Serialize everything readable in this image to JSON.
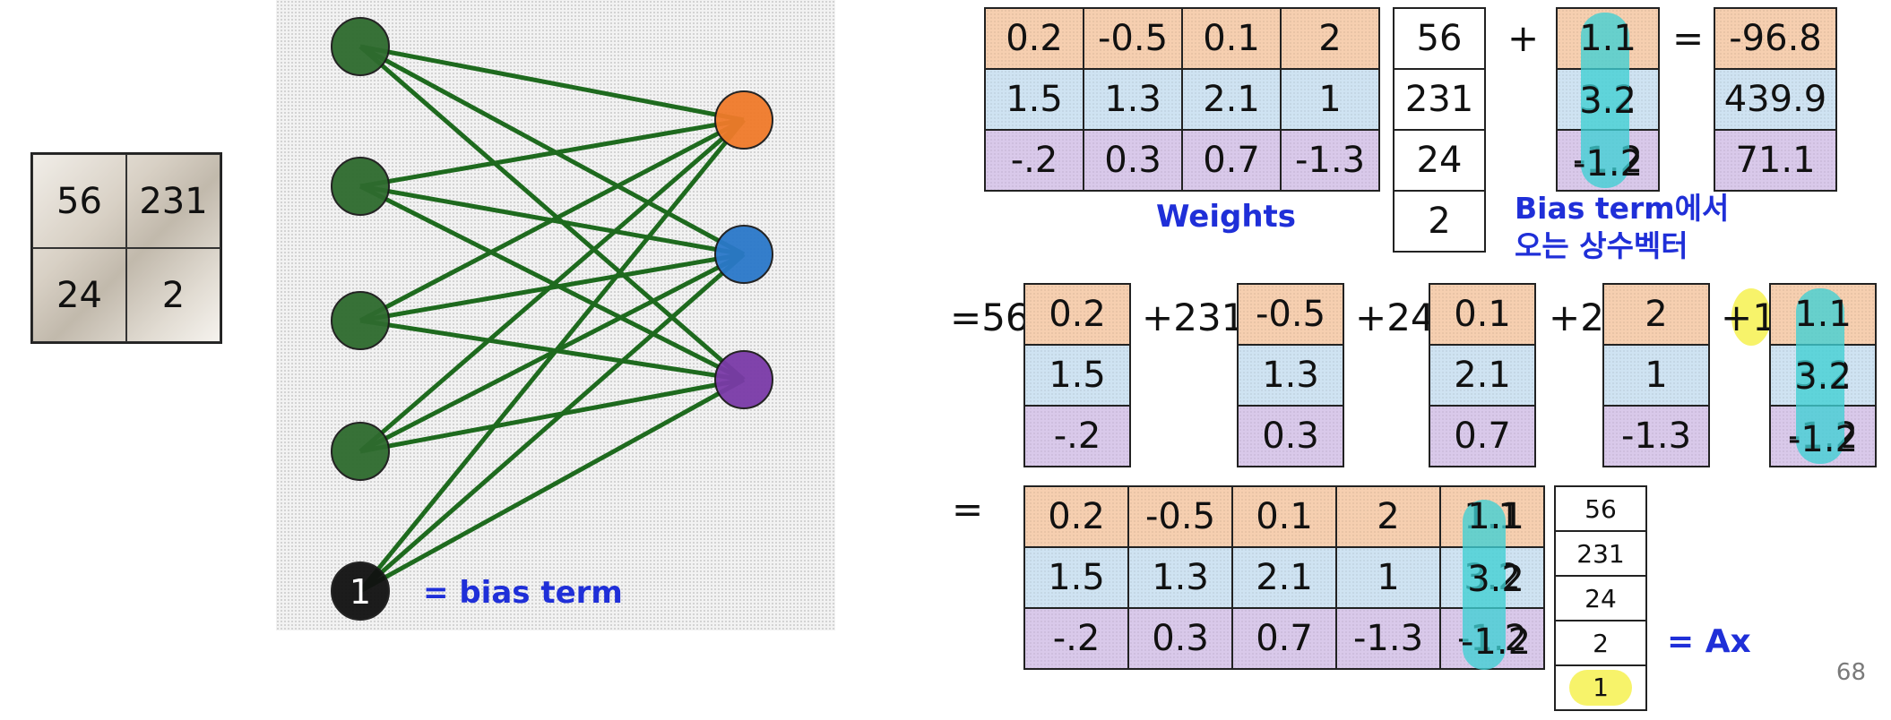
{
  "image_pixels": {
    "tl": "56",
    "tr": "231",
    "bl": "24",
    "br": "2"
  },
  "network": {
    "bias_node_label": "1",
    "bias_caption": "= bias term"
  },
  "eq1": {
    "weights": [
      [
        "0.2",
        "-0.5",
        "0.1",
        "2"
      ],
      [
        "1.5",
        "1.3",
        "2.1",
        "1"
      ],
      [
        "-.2",
        "0.3",
        "0.7",
        "-1.3"
      ]
    ],
    "input": [
      "56",
      "231",
      "24",
      "2"
    ],
    "plus": "+",
    "bias": [
      "1.1",
      "3.2",
      "-1.2"
    ],
    "equals": "=",
    "result": [
      "-96.8",
      "439.9",
      "71.1"
    ],
    "weights_label": "Weights",
    "bias_label_line1": "Bias term에서",
    "bias_label_line2": "오는 상수벡터"
  },
  "eq2": {
    "prefix": "=56",
    "coef2": "+231",
    "coef3": "+24",
    "coef4": "+2",
    "coef5": "+1",
    "col1": [
      "0.2",
      "1.5",
      "-.2"
    ],
    "col2": [
      "-0.5",
      "1.3",
      "0.3"
    ],
    "col3": [
      "0.1",
      "2.1",
      "0.7"
    ],
    "col4": [
      "2",
      "1",
      "-1.3"
    ],
    "col5": [
      "1.1",
      "3.2",
      "-1.2"
    ]
  },
  "eq3": {
    "equals": "=",
    "matrix": [
      [
        "0.2",
        "-0.5",
        "0.1",
        "2",
        "1.1"
      ],
      [
        "1.5",
        "1.3",
        "2.1",
        "1",
        "3.2"
      ],
      [
        "-.2",
        "0.3",
        "0.7",
        "-1.3",
        "-1.2"
      ]
    ],
    "vector": [
      "56",
      "231",
      "24",
      "2",
      "1"
    ],
    "label": "= Ax"
  },
  "page_number": "68",
  "colors": {
    "input_node": "#2e6b2e",
    "orange_node": "#f07a2a",
    "blue_node": "#2a78c9",
    "purple_node": "#7a3aa8",
    "bias_node": "#111111",
    "edge": "#1e6a1e",
    "caption_blue": "#1f2fd8",
    "highlight_cyan": "#3fd0d4",
    "highlight_yellow": "#f7f36a"
  }
}
